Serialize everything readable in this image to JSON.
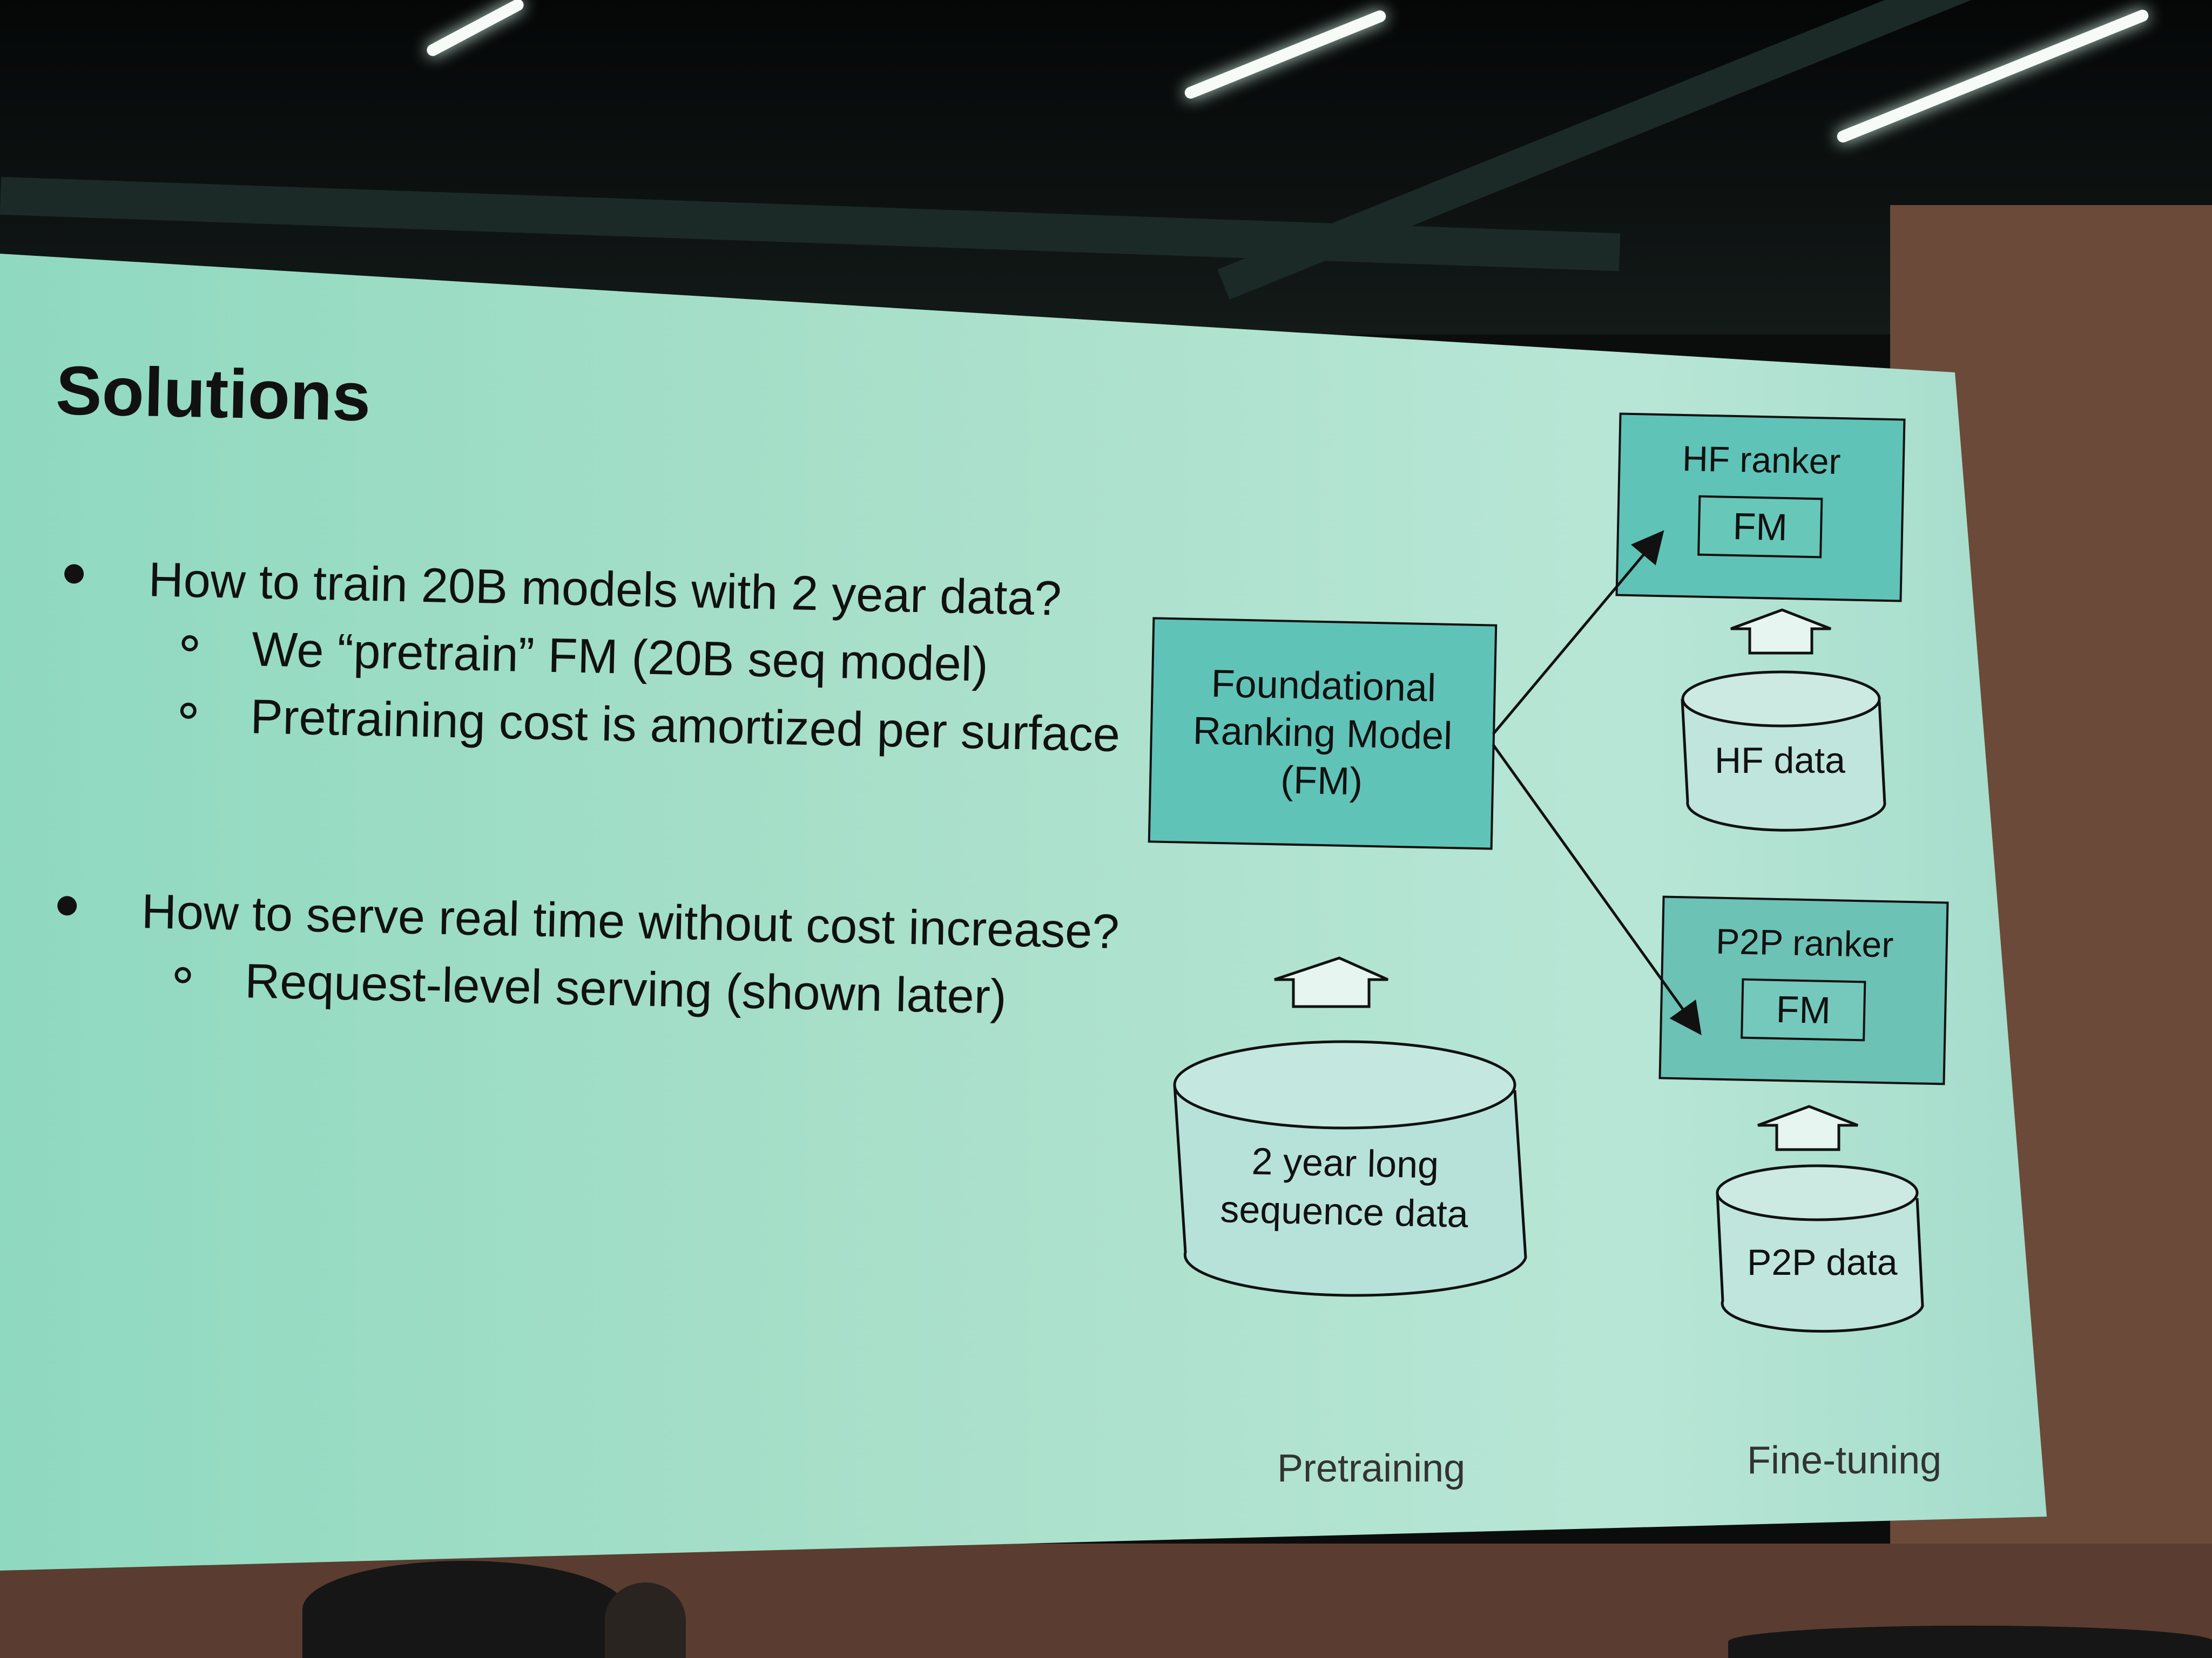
{
  "slide": {
    "title": "Solutions",
    "bullets": [
      {
        "text": "How to train 20B models with 2 year data?",
        "subs": [
          "We “pretrain” FM (20B seq model)",
          "Pretraining cost is amortized per surface"
        ]
      },
      {
        "text": "How to serve real time without cost increase?",
        "subs": [
          "Request-level serving (shown later)"
        ]
      }
    ],
    "diagram": {
      "foundation_box": [
        "Foundational",
        "Ranking Model",
        "(FM)"
      ],
      "hf_ranker": "HF ranker",
      "p2p_ranker": "P2P ranker",
      "fm_label": "FM",
      "hf_data": "HF data",
      "p2p_data": "P2P data",
      "seq_data": [
        "2 year long",
        "sequence data"
      ],
      "pretraining_label": "Pretraining",
      "finetuning_label": "Fine-tuning"
    },
    "colors": {
      "slide_bg": "#a7dfc9",
      "box_fill": "#5fc4b7",
      "text": "#111111"
    }
  }
}
